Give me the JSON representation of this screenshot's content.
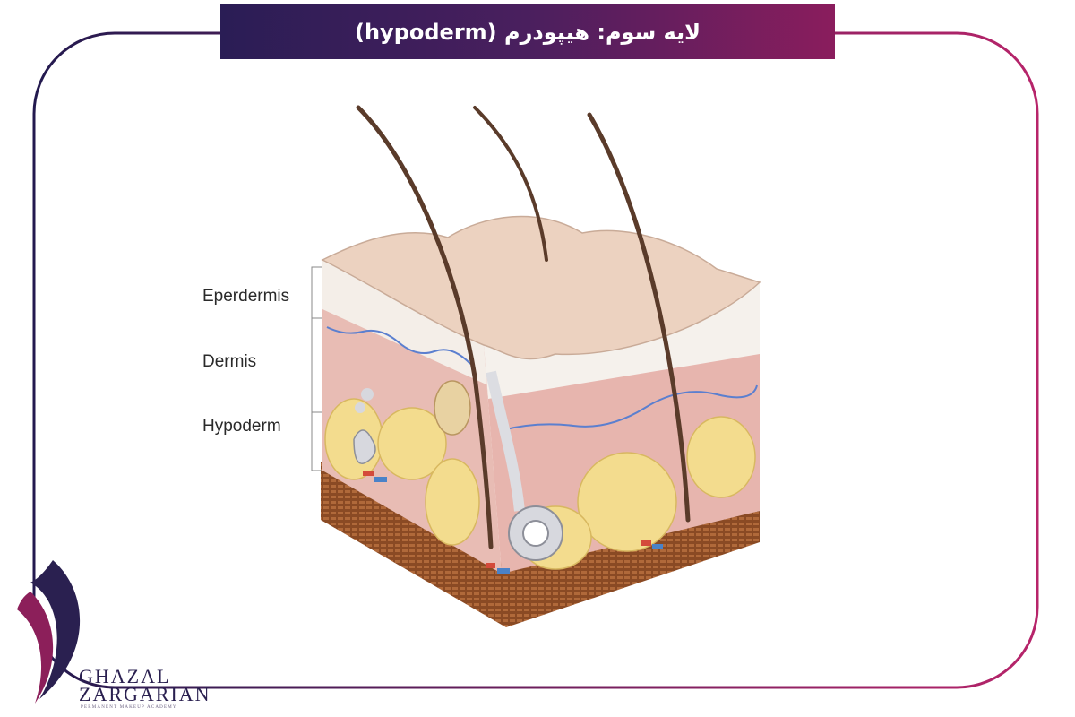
{
  "header": {
    "title": "لایه سوم: هیپودرم (hypoderm)"
  },
  "labels": [
    "Eperdermis",
    "Dermis",
    "Hypoderm"
  ],
  "brand": {
    "line1": "GHAZAL",
    "line2": "ZARGARIAN",
    "tagline": "PERMANENT MAKEUP ACADEMY"
  },
  "colors": {
    "frame_start": "#231a4f",
    "frame_end": "#b7246a",
    "header_start": "#2a1d55",
    "header_end": "#8a1d5d"
  }
}
